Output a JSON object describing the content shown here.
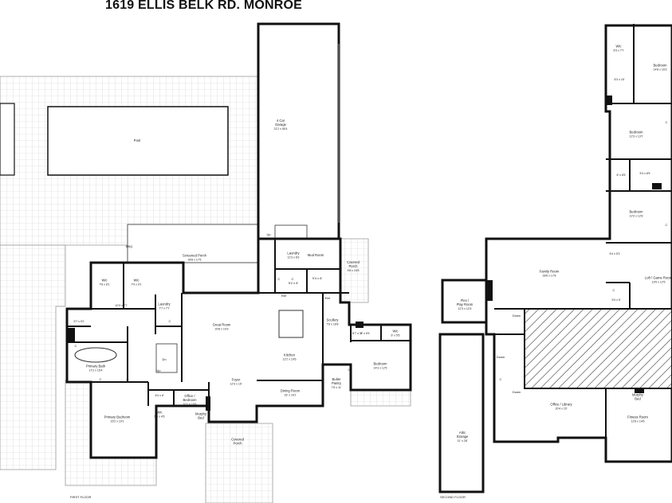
{
  "title": "1619 ELLIS BELK RD. MONROE",
  "first_floor": {
    "label": "FIRST FLOOR",
    "rooms": [
      {
        "id": "pool",
        "name": "Pool",
        "dim": ""
      },
      {
        "id": "garage",
        "name": "4 Car\nGarage",
        "dim": "21'2 x 50'4"
      },
      {
        "id": "screened-porch",
        "name": "Screened Porch",
        "dim": "28'8 x 17'5"
      },
      {
        "id": "laundry-top",
        "name": "Laundry",
        "dim": "11'3 x 8'3"
      },
      {
        "id": "mud-room",
        "name": "Mud Room",
        "dim": ""
      },
      {
        "id": "covered-porch-right",
        "name": "Covered\nPorch",
        "dim": "9'8 x 15'5"
      },
      {
        "id": "wic-1",
        "name": "Wic",
        "dim": "7'8 x 8'1"
      },
      {
        "id": "wic-2",
        "name": "Wic",
        "dim": "7'4 x 9'1"
      },
      {
        "id": "closet-10",
        "name": "",
        "dim": "10'3 x 7'7"
      },
      {
        "id": "laundry",
        "name": "Laundry",
        "dim": "7'7 x 7'7"
      },
      {
        "id": "great-room",
        "name": "Great Room",
        "dim": "20'8 x 19'3"
      },
      {
        "id": "kitchen",
        "name": "Kitchen",
        "dim": "12'2 x 19'6"
      },
      {
        "id": "scullery",
        "name": "Scullery",
        "dim": "7'8 x 16'8"
      },
      {
        "id": "bath-right",
        "name": "",
        "dim": "8' x 5'5"
      },
      {
        "id": "wic-right",
        "name": "Wic",
        "dim": "6' x 5'5"
      },
      {
        "id": "bedroom-right",
        "name": "Bedroom",
        "dim": "14'3 x 12'5"
      },
      {
        "id": "butler-pantry",
        "name": "Butler\nPantry",
        "dim": "7'5 x 11'"
      },
      {
        "id": "dining-room",
        "name": "Dining Room",
        "dim": "16' x 16'1"
      },
      {
        "id": "foyer",
        "name": "Foyer",
        "dim": "12'3 x 15'"
      },
      {
        "id": "office-bedroom",
        "name": "Office /\nBedroom",
        "dim": "10'1 x 10'6"
      },
      {
        "id": "murphy-bed-1",
        "name": "Murphy\nBed",
        "dim": ""
      },
      {
        "id": "closet-left",
        "name": "",
        "dim": "5'4 x 8'"
      },
      {
        "id": "wic-small",
        "name": "Wic",
        "dim": "5'4 x 4'5"
      },
      {
        "id": "primary-bath",
        "name": "Primary Bath",
        "dim": "17'2 x 15'4"
      },
      {
        "id": "primary-bedroom",
        "name": "Primary Bedroom",
        "dim": "15'2 x 19'1"
      },
      {
        "id": "closet-far-left",
        "name": "",
        "dim": "5'7 x 9'2"
      },
      {
        "id": "covered-porch-front",
        "name": "Covered\nPorch",
        "dim": ""
      }
    ],
    "marks": [
      {
        "id": "bbq",
        "text": "BBQ"
      },
      {
        "id": "up-garage",
        "text": "Up"
      },
      {
        "id": "up-foyer",
        "text": "Up"
      },
      {
        "id": "dn-foyer",
        "text": "Dn"
      },
      {
        "id": "ref-1",
        "text": "Ref"
      },
      {
        "id": "ref-2",
        "text": "Ref"
      },
      {
        "id": "c-1",
        "text": "C"
      },
      {
        "id": "c-2",
        "text": "C"
      },
      {
        "id": "c-3",
        "text": "C"
      },
      {
        "id": "c-4",
        "text": "C"
      },
      {
        "id": "c-5",
        "text": "C"
      },
      {
        "id": "c-6",
        "text": "C"
      },
      {
        "id": "c-7",
        "text": "C"
      },
      {
        "id": "dim-c",
        "text": "5'2 x 8'"
      },
      {
        "id": "dim-d",
        "text": "9'4 x 8'"
      },
      {
        "id": "dim-e",
        "text": "5'7 x 5'"
      }
    ]
  },
  "second_floor": {
    "label": "SECOND FLOOR",
    "rooms": [
      {
        "id": "wic-top",
        "name": "Wic",
        "dim": "6'3 x 7'7"
      },
      {
        "id": "bedroom-1",
        "name": "Bedroom",
        "dim": "14'8 x 16'3"
      },
      {
        "id": "closet-top",
        "name": "",
        "dim": "6'3 x 15'"
      },
      {
        "id": "bedroom-2",
        "name": "Bedroom",
        "dim": "12'3 x 13'7"
      },
      {
        "id": "bath-mid",
        "name": "",
        "dim": "8' x 8'5"
      },
      {
        "id": "bath-mid-2",
        "name": "",
        "dim": "5'3 x 8'5"
      },
      {
        "id": "bedroom-3",
        "name": "Bedroom",
        "dim": "12'3 x 12'8"
      },
      {
        "id": "closet-3",
        "name": "",
        "dim": "5'4 x 5'3"
      },
      {
        "id": "family-room",
        "name": "Family Room",
        "dim": "28'6 x 17'8"
      },
      {
        "id": "loft",
        "name": "Loft / Game Room",
        "dim": "13'5 x 12'5"
      },
      {
        "id": "flex-room",
        "name": "Flex /\nPlay Room",
        "dim": "12'3 x 12'4"
      },
      {
        "id": "closet-4",
        "name": "",
        "dim": "5'4 x 5'"
      },
      {
        "id": "attic-storage",
        "name": "Attic\nStorage",
        "dim": "11' x 28'"
      },
      {
        "id": "office-library",
        "name": "Office / Library",
        "dim": "20'4 x 15'"
      },
      {
        "id": "murphy-bed-2",
        "name": "Murphy\nBed",
        "dim": ""
      },
      {
        "id": "fitness-room",
        "name": "Fitness Room",
        "dim": "12'8 x 14'6"
      }
    ],
    "marks": [
      {
        "id": "down-1",
        "text": "Down"
      },
      {
        "id": "down-2",
        "text": "Down"
      },
      {
        "id": "down-3",
        "text": "Down"
      },
      {
        "id": "c2-1",
        "text": "C"
      },
      {
        "id": "c2-2",
        "text": "C"
      },
      {
        "id": "c2-3",
        "text": "C"
      },
      {
        "id": "c2-4",
        "text": "C"
      }
    ]
  }
}
